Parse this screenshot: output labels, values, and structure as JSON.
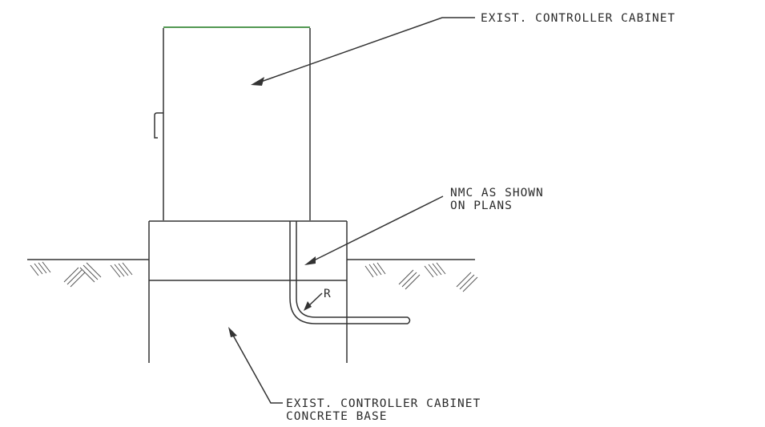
{
  "labels": {
    "cabinet": "EXIST. CONTROLLER CABINET",
    "nmc_line1": "NMC AS SHOWN",
    "nmc_line2": "ON PLANS",
    "radius": "R",
    "base_line1": "EXIST. CONTROLLER CABINET",
    "base_line2": "CONCRETE BASE"
  },
  "colors": {
    "cabinet_top_edge": "#3a8a3a",
    "line": "#333333"
  }
}
